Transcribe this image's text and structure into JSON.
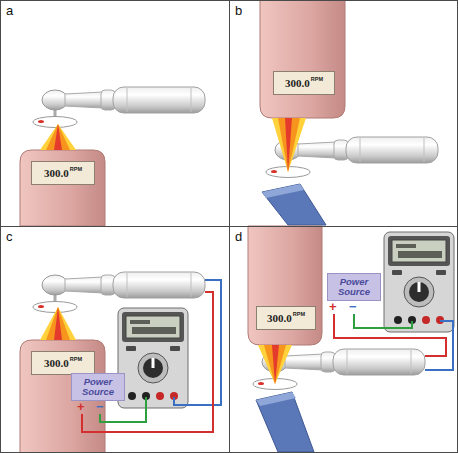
{
  "diagram": {
    "nodes": [
      {
        "text": [
          "a"
        ]
      },
      {
        "text": [
          "300.0",
          "RPM"
        ],
        "in": 0
      },
      {
        "text": [
          "b"
        ]
      },
      {
        "text": [
          "300.0",
          "RPM"
        ],
        "in": 2
      },
      {
        "text": [
          "c"
        ]
      },
      {
        "text": [
          "300.0",
          "RPM"
        ],
        "in": 4
      },
      {
        "text": [
          "Power Source"
        ],
        "in": 4
      },
      {
        "text": [
          "d"
        ]
      },
      {
        "text": [
          "300.0",
          "RPM"
        ],
        "in": 7
      },
      {
        "text": [
          "Power Source"
        ],
        "in": 7
      }
    ],
    "labels": [
      "+",
      "−",
      "+",
      "−"
    ]
  }
}
